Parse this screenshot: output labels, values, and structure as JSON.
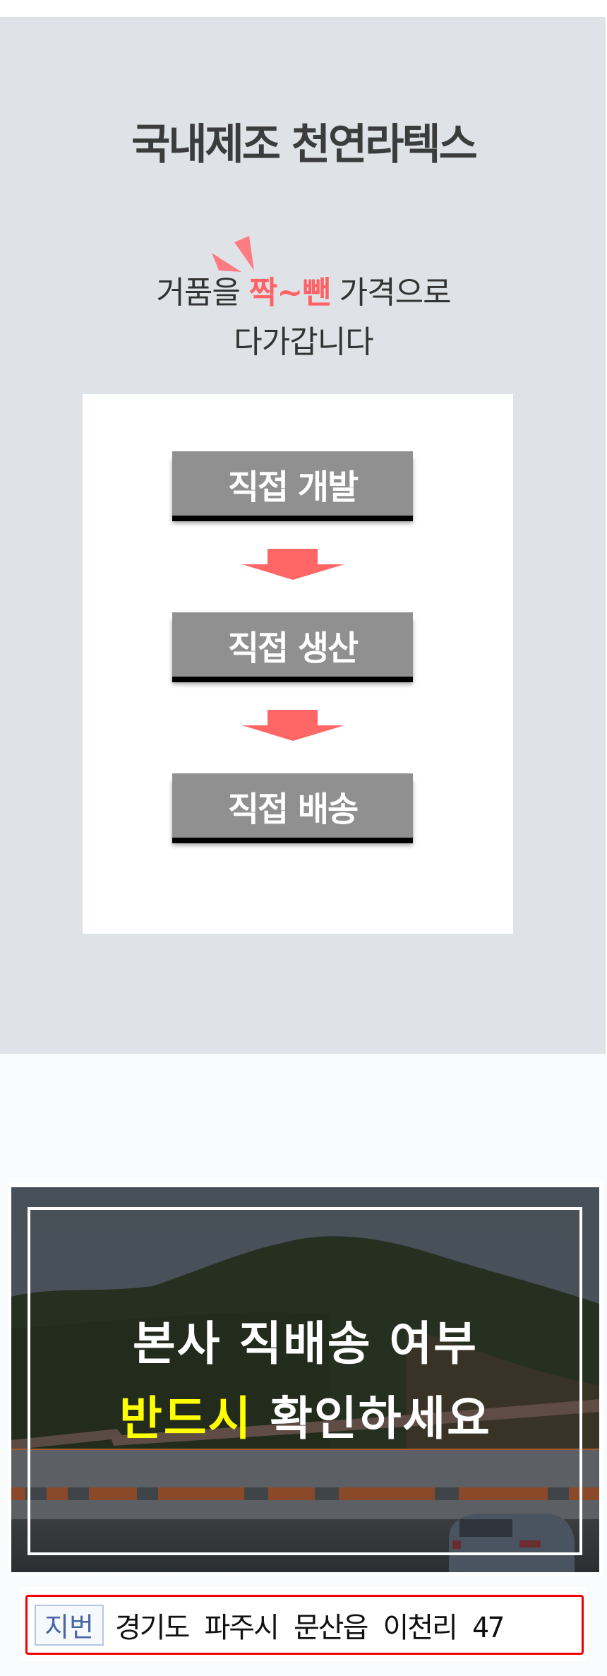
{
  "header": {
    "title": "국내제조 천연라텍스"
  },
  "subtitle": {
    "line1_prefix": "거품을 ",
    "line1_highlight": "짝~뺀",
    "line1_suffix": " 가격으로",
    "line2": "다가갑니다",
    "highlight_color": "#ff6266",
    "sparkle_icon": "sparkle-icon"
  },
  "flow": {
    "steps": [
      {
        "label": "직접 개발"
      },
      {
        "label": "직접 생산"
      },
      {
        "label": "직접 배송"
      }
    ],
    "arrow_icon": "down-arrow-icon",
    "arrow_color": "#ff6666"
  },
  "banner": {
    "line1": "본사 직배송 여부",
    "line2_highlight": "반드시",
    "line2_rest": " 확인하세요",
    "highlight_color": "#ffff00"
  },
  "address": {
    "badge": "지번",
    "text": "경기도 파주시 문산읍 이천리 47"
  },
  "colors": {
    "section_bg": "#dfe3e7",
    "page_bg": "#f9fbfd",
    "step_bg": "#909090",
    "address_border": "#f00000"
  }
}
